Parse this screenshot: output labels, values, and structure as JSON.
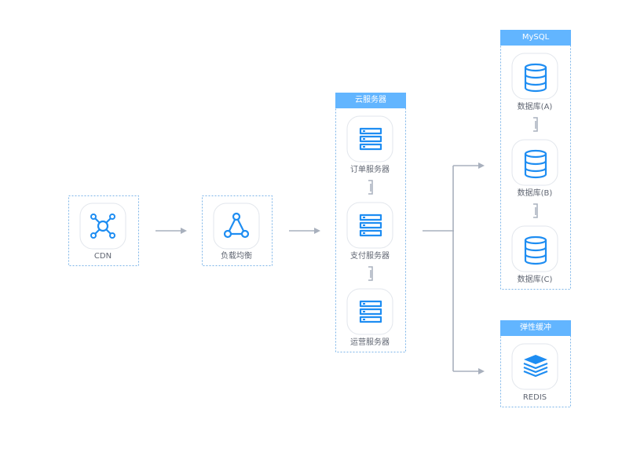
{
  "groups": {
    "cloud_servers": "云服务器",
    "mysql": "MySQL",
    "elastic_cache": "弹性缓冲"
  },
  "nodes": {
    "cdn": "CDN",
    "load_balancer": "负载均衡",
    "order_server": "订单服务器",
    "payment_server": "支付服务器",
    "operation_server": "运营服务器",
    "database_a": "数据库(A)",
    "database_b": "数据库(B)",
    "database_c": "数据库(C)",
    "redis": "REDIS"
  },
  "colors": {
    "accent": "#1e8df2",
    "title_bar": "#62b5ff",
    "dashed_border": "#7db5e8",
    "connector": "#a8b0bd",
    "icon_tile_border": "#e2e6ec",
    "label_text": "#606672"
  },
  "icons": {
    "cdn": "network-hub-icon",
    "load_balancer": "triangle-network-icon",
    "servers": "server-rack-icon",
    "databases": "database-cylinder-icon",
    "redis": "stacked-layers-icon"
  }
}
